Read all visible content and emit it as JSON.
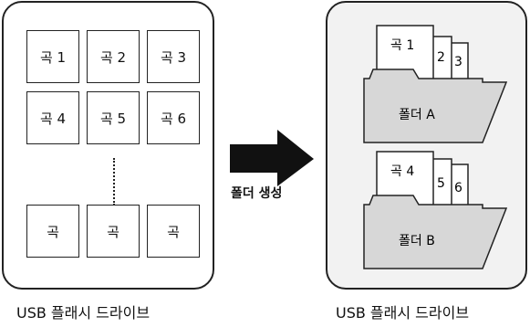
{
  "usb_caption_left": "USB 플래시 드라이브",
  "usb_caption_right": "USB 플래시 드라이브",
  "arrow_label": "폴더 생성",
  "songs": [
    "곡 1",
    "곡 2",
    "곡 3",
    "곡 4",
    "곡 5",
    "곡 6",
    "곡",
    "곡",
    "곡"
  ],
  "folders": [
    {
      "name": "폴더 A",
      "first": "곡 1",
      "second": "2",
      "third": "3"
    },
    {
      "name": "폴더 B",
      "first": "곡 4",
      "second": "5",
      "third": "6"
    }
  ],
  "colors": {
    "folder": "#d7d7d7",
    "outline": "#222222",
    "panel_right": "#f2f2f2"
  }
}
